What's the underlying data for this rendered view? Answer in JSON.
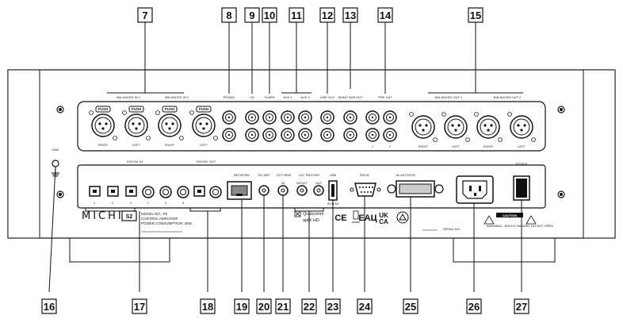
{
  "callouts": [
    "7",
    "8",
    "9",
    "10",
    "11",
    "12",
    "13",
    "14",
    "15",
    "16",
    "17",
    "18",
    "19",
    "20",
    "21",
    "22",
    "23",
    "24",
    "25",
    "26",
    "27"
  ],
  "brand": "MICHI",
  "model_badge": "S2",
  "model_lines": [
    "MODEL NO.: P5",
    "CONTROL AMPLIFIER",
    "POWER CONSUMPTION: 40W"
  ],
  "top_labels": {
    "balanced_in_1": "BALANCED IN 1",
    "balanced_in_2": "BALANCED IN 2",
    "phono": "PHONO",
    "cd": "CD",
    "tuner": "TUNER",
    "aux1": "AUX 1",
    "aux2": "AUX 2",
    "line_out": "LINE OUT",
    "mono_sub_out": "MONO SUB OUT",
    "pre_out": "PRE OUT",
    "balanced_out_1": "BALANCED OUT 1",
    "balanced_out_2": "BALANCED OUT 2"
  },
  "xlr_labels": [
    "RIGHT",
    "LEFT",
    "RIGHT",
    "LEFT"
  ],
  "xlr_out_labels": [
    "RIGHT",
    "LEFT",
    "RIGHT",
    "LEFT"
  ],
  "push_label": "PUSH",
  "pre_out_nums": [
    "1",
    "2"
  ],
  "bottom_labels": {
    "gnd": "GND",
    "digital_in": "DIGITAL IN",
    "digital_out": "DIGITAL OUT",
    "network": "NETWORK",
    "rs232_ctrl": "RC-5/IR",
    "ext_rem": "EXT REM",
    "in": "IN",
    "trigger": "12V TRIGGER",
    "trigger_in": "IN/OUT",
    "trigger_out": "OUT",
    "usb": "USB",
    "usb_power": "5V/0.5A",
    "rs232": "RS232",
    "bluetooth": "BLUETOOTH",
    "power": "POWER",
    "serial": "SERIAL NO.",
    "caution": "CAUTION",
    "warning": "WARNING - SHOCK HAZARD",
    "do_not_open": "DO NOT OPEN"
  },
  "qualcomm_lines": [
    "Qualcomm",
    "aptX HD"
  ],
  "digital_nums": [
    "1",
    "2",
    "3",
    "1",
    "2",
    "3"
  ],
  "cert_marks": [
    "CE",
    "ЕАЦ",
    "UK",
    "CA"
  ]
}
